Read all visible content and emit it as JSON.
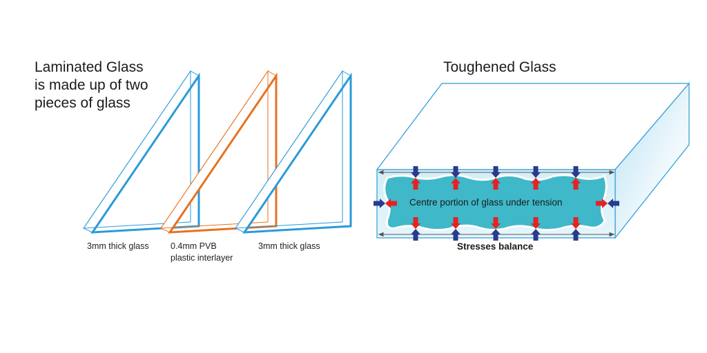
{
  "laminated": {
    "title_lines": [
      "Laminated Glass",
      "is made up of two",
      "pieces of glass"
    ],
    "captions": {
      "glass_left": "3mm thick glass",
      "interlayer_line1": "0.4mm PVB",
      "interlayer_line2": "plastic interlayer",
      "glass_right": "3mm thick glass"
    },
    "colors": {
      "glass": "#2a9ad8",
      "interlayer": "#e8711e"
    }
  },
  "toughened": {
    "title": "Toughened Glass",
    "tension_label": "Centre portion of glass under tension",
    "stresses_label": "Stresses balance",
    "colors": {
      "outline": "#2a9ad8",
      "core": "#3fb8c9",
      "compression_arrow": "#2a3a8c",
      "tension_arrow": "#e52222"
    }
  }
}
